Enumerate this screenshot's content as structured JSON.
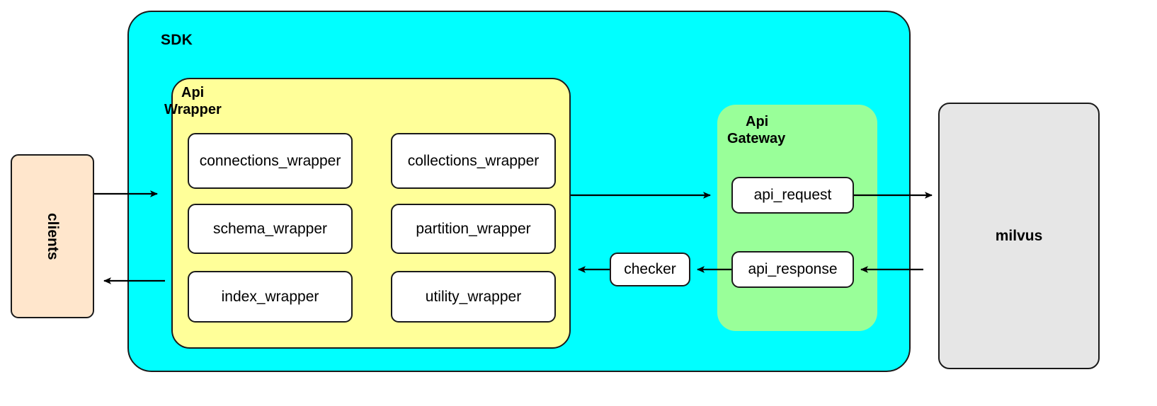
{
  "diagram": {
    "title_present": false,
    "containers": [
      {
        "id": "sdk",
        "label": "SDK",
        "color": "#00ffff"
      },
      {
        "id": "api_wrapper",
        "label_line1": "Api",
        "label_line2": "Wrapper",
        "color": "#ffff99"
      },
      {
        "id": "api_gateway",
        "label_line1": "Api",
        "label_line2": "Gateway",
        "color": "#99ff99"
      }
    ],
    "nodes": [
      {
        "id": "clients",
        "label": "clients",
        "color": "#ffe6cc",
        "orientation": "vertical"
      },
      {
        "id": "connections_wrapper",
        "label": "connections_wrapper",
        "color": "#ffffff",
        "orientation": "horizontal"
      },
      {
        "id": "collections_wrapper",
        "label": "collections_wrapper",
        "color": "#ffffff",
        "orientation": "horizontal"
      },
      {
        "id": "schema_wrapper",
        "label": "schema_wrapper",
        "color": "#ffffff",
        "orientation": "horizontal"
      },
      {
        "id": "partition_wrapper",
        "label": "partition_wrapper",
        "color": "#ffffff",
        "orientation": "horizontal"
      },
      {
        "id": "index_wrapper",
        "label": "index_wrapper",
        "color": "#ffffff",
        "orientation": "horizontal"
      },
      {
        "id": "utility_wrapper",
        "label": "utility_wrapper",
        "color": "#ffffff",
        "orientation": "horizontal"
      },
      {
        "id": "checker",
        "label": "checker",
        "color": "#ffffff",
        "orientation": "horizontal"
      },
      {
        "id": "api_request",
        "label": "api_request",
        "color": "#ffffff",
        "orientation": "horizontal"
      },
      {
        "id": "api_response",
        "label": "api_response",
        "color": "#ffffff",
        "orientation": "horizontal"
      },
      {
        "id": "milvus",
        "label": "milvus",
        "color": "#e6e6e6",
        "orientation": "horizontal"
      }
    ],
    "edges": [
      {
        "id": "clients-to-sdk",
        "from": "clients",
        "to": "api_wrapper",
        "direction": "right"
      },
      {
        "id": "apiwrapper-to-apirequest",
        "from": "api_wrapper",
        "to": "api_request",
        "direction": "right"
      },
      {
        "id": "apirequest-to-milvus",
        "from": "api_request",
        "to": "milvus",
        "direction": "right"
      },
      {
        "id": "milvus-to-apiresponse",
        "from": "milvus",
        "to": "api_response",
        "direction": "left"
      },
      {
        "id": "apiresponse-to-checker",
        "from": "api_response",
        "to": "checker",
        "direction": "left"
      },
      {
        "id": "checker-to-apiwrapper",
        "from": "checker",
        "to": "api_wrapper",
        "direction": "left"
      },
      {
        "id": "sdk-to-clients",
        "from": "api_wrapper",
        "to": "clients",
        "direction": "left"
      }
    ],
    "stroke_color": "#1a1a1a",
    "background": "#ffffff"
  }
}
